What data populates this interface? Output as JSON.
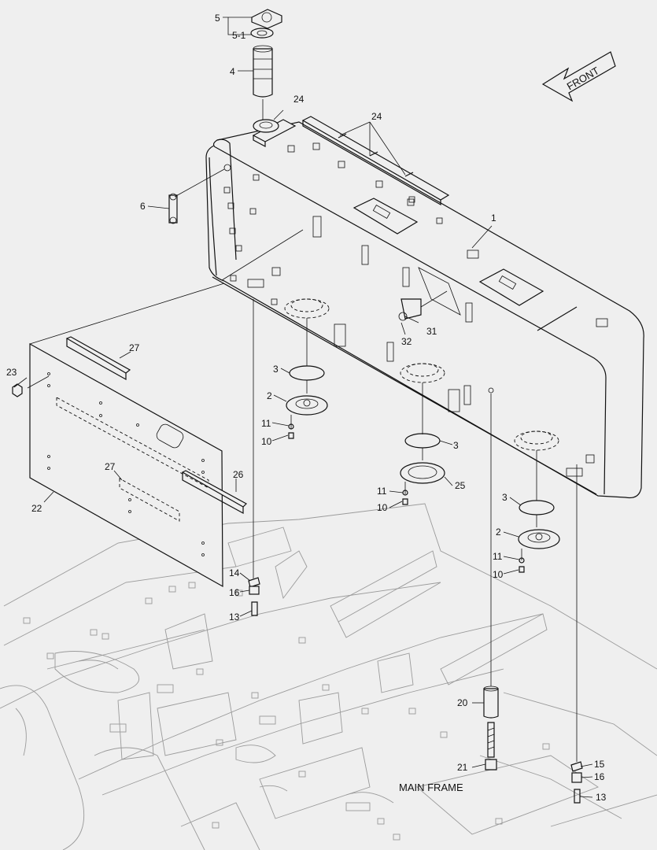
{
  "diagram": {
    "front_label": "FRONT",
    "frame_label": "MAIN FRAME",
    "callouts": {
      "c1": "1",
      "c2a": "2",
      "c2b": "2",
      "c3a": "3",
      "c3b": "3",
      "c3c": "3",
      "c4": "4",
      "c5": "5",
      "c5_1": "5-1",
      "c6": "6",
      "c10a": "10",
      "c10b": "10",
      "c10c": "10",
      "c11a": "11",
      "c11b": "11",
      "c11c": "11",
      "c13a": "13",
      "c13b": "13",
      "c14": "14",
      "c15": "15",
      "c16a": "16",
      "c16b": "16",
      "c20": "20",
      "c21": "21",
      "c22": "22",
      "c23": "23",
      "c24a": "24",
      "c24b": "24",
      "c25": "25",
      "c26": "26",
      "c27a": "27",
      "c27b": "27",
      "c31": "31",
      "c32": "32"
    }
  },
  "colors": {
    "background": "#efefef",
    "ink": "#111111",
    "ghost": "#9a9a9a"
  }
}
